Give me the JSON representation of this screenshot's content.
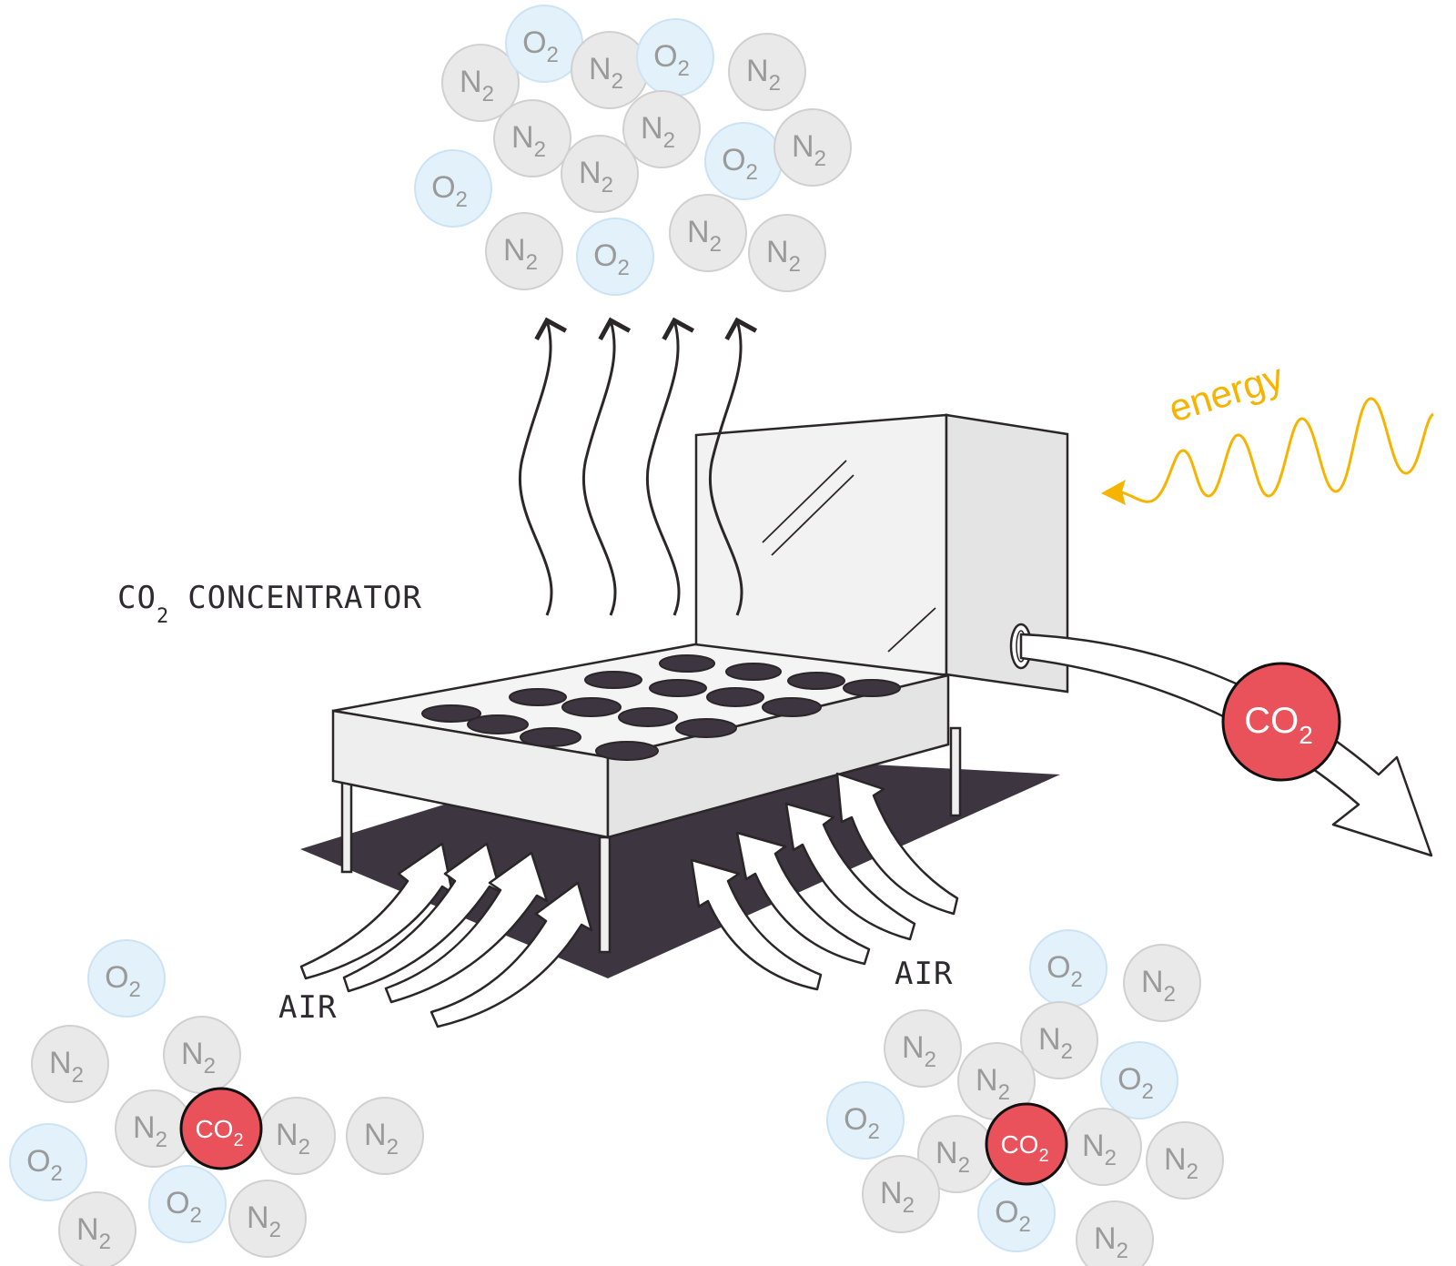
{
  "colors": {
    "n2_fill": "#e9e9e9",
    "n2_stroke": "#d0d0d0",
    "n2_text": "#9a9a9a",
    "o2_fill": "#e3f1fb",
    "o2_stroke": "#cbe3f4",
    "o2_text": "#9a9a9a",
    "co2_fill": "#e9525a",
    "co2_stroke": "#111111",
    "co2_text": "#ffffff",
    "shadow": "#3d3540",
    "machine_fill": "#efefef",
    "outline": "#2b2628",
    "energy": "#f6b400"
  },
  "icons": {
    "machine": "co2-concentrator-device-icon",
    "output_arrow": "co2-output-arrow-icon",
    "energy_wave": "energy-wave-icon"
  },
  "molecules": {
    "n2": {
      "base": "N",
      "sub": "2"
    },
    "o2": {
      "base": "O",
      "sub": "2"
    },
    "co2": {
      "base": "CO",
      "sub": "2"
    }
  },
  "labels": {
    "concentrator_main": "CO",
    "concentrator_sub": "2",
    "concentrator_rest": "CONCENTRATOR",
    "air_left": "AIR",
    "air_right": "AIR",
    "energy": "energy"
  }
}
